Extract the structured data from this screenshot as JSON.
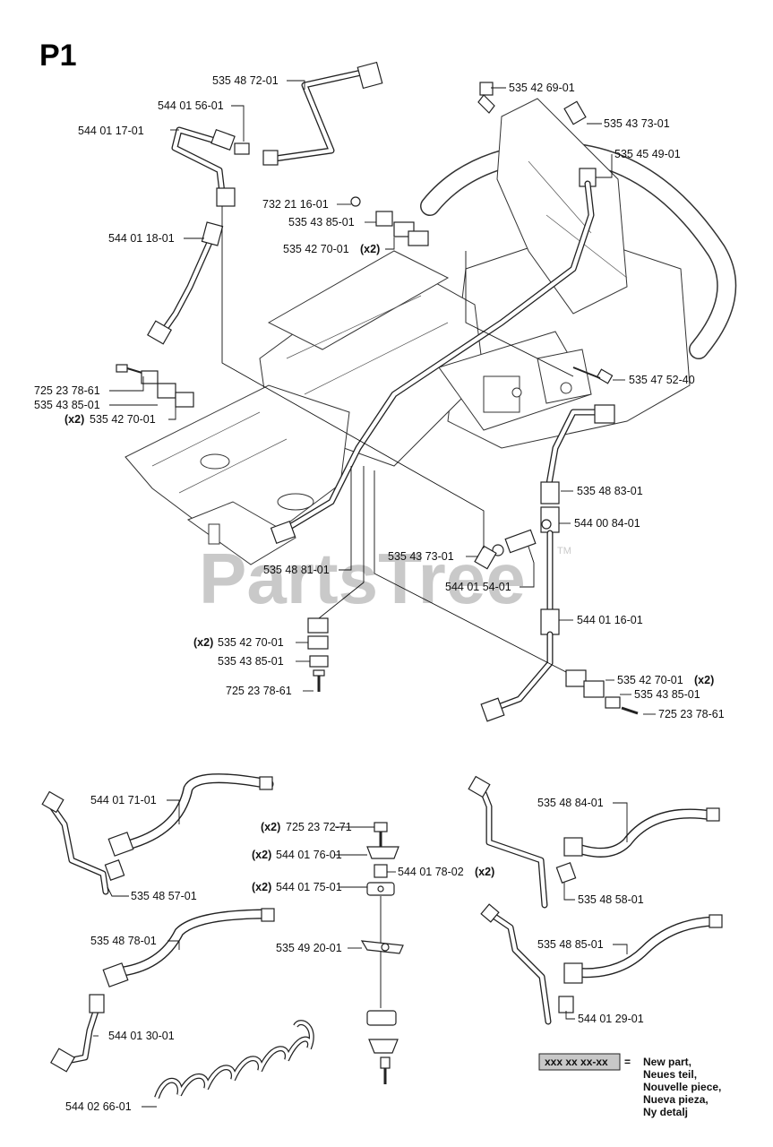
{
  "page": {
    "title": "P1"
  },
  "watermark": {
    "text": "PartsTree",
    "tm": "TM"
  },
  "labels": {
    "l1": "535 48 72-01",
    "l2": "544 01 56-01",
    "l3": "544 01 17-01",
    "l4": "544 01 18-01",
    "l5": "535 42 69-01",
    "l6": "535 43 73-01",
    "l7": "535 45 49-01",
    "l8": "732 21 16-01",
    "l9": "535 43 85-01",
    "l10": "535 42 70-01",
    "l10x": "(x2)",
    "l11": "725 23 78-61",
    "l12": "535 43 85-01",
    "l13x": "(x2)",
    "l13": "535 42 70-01",
    "l14": "535 47 52-40",
    "l15": "535 48 83-01",
    "l16": "544 00 84-01",
    "l17": "535 43 73-01",
    "l18": "535 48 81-01",
    "l19": "544 01 54-01",
    "l20": "544 01 16-01",
    "l21x": "(x2)",
    "l21": "535 42 70-01",
    "l22": "535 43 85-01",
    "l23": "725 23 78-61",
    "l24": "535 42 70-01",
    "l24x": "(x2)",
    "l25": "535 43 85-01",
    "l26": "725 23 78-61",
    "l27": "544 01 71-01",
    "l28": "535 48 57-01",
    "l29": "535 48 78-01",
    "l30": "544 01 30-01",
    "l31": "544 02 66-01",
    "l32x": "(x2)",
    "l32": "725 23 72-71",
    "l33x": "(x2)",
    "l33": "544 01 76-01",
    "l34": "544 01 78-02",
    "l34x": "(x2)",
    "l35x": "(x2)",
    "l35": "544 01 75-01",
    "l36": "535 49 20-01",
    "l37": "535 48 84-01",
    "l38": "535 48 58-01",
    "l39": "535 48 85-01",
    "l40": "544 01 29-01"
  },
  "legend": {
    "code": "xxx xx xx-xx",
    "eq": "=",
    "lines": [
      "New part,",
      "Neues teil,",
      "Nouvelle piece,",
      "Nueva pieza,",
      "Ny detalj"
    ]
  }
}
